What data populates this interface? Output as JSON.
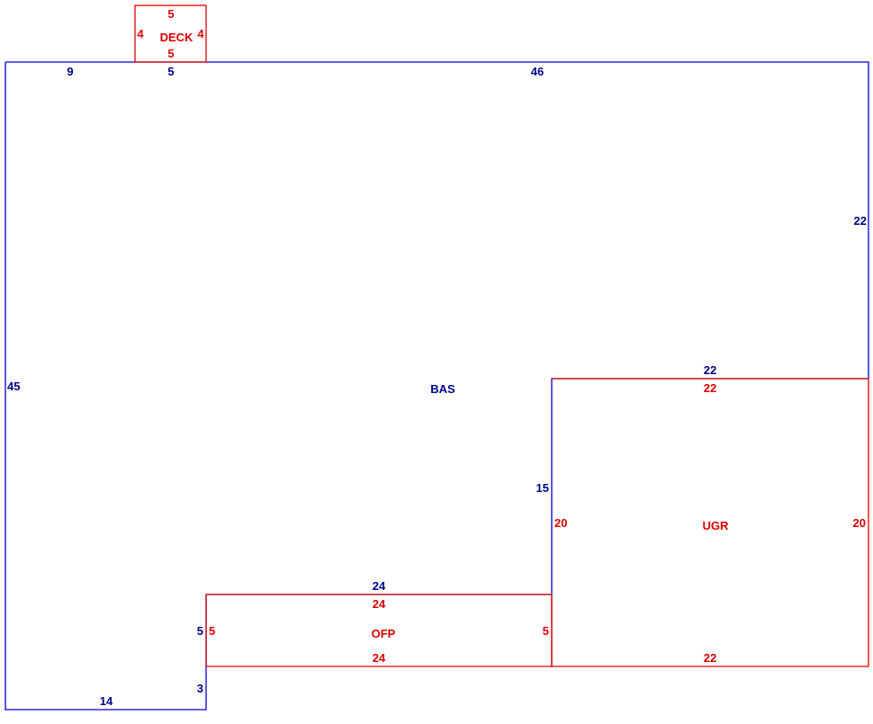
{
  "colors": {
    "main_outline": "#0000cc",
    "main_label": "#00008b",
    "secondary_outline": "#dd0000",
    "secondary_label": "#dd0000"
  },
  "areas": {
    "bas": {
      "name": "BAS",
      "top_left_segment": "9",
      "top_deck_segment": "5",
      "top_right_segment": "46",
      "right_upper": "22",
      "left": "45",
      "step_top": "22",
      "step_vertical": "15",
      "ofp_top": "24",
      "notch_vertical": "5",
      "bottom_short_vertical": "3",
      "bottom": "14"
    },
    "deck": {
      "name": "DECK",
      "top": "5",
      "bottom": "5",
      "left": "4",
      "right": "4"
    },
    "ugr": {
      "name": "UGR",
      "top": "22",
      "bottom": "22",
      "left": "20",
      "right": "20"
    },
    "ofp": {
      "name": "OFP",
      "top": "24",
      "bottom": "24",
      "left": "5",
      "right": "5"
    }
  }
}
